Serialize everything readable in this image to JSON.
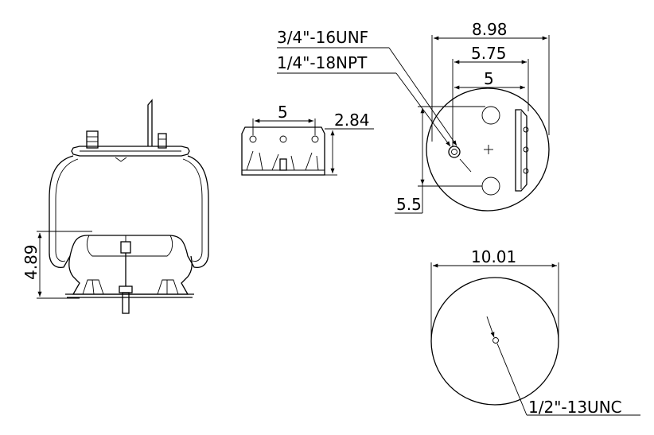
{
  "side_view": {
    "height_dim": "4.89"
  },
  "bracket_view": {
    "width_dim": "5",
    "height_dim": "2.84"
  },
  "top_view": {
    "thread_callout_1": "3/4\"-16UNF",
    "thread_callout_2": "1/4\"-18NPT",
    "dim_outer": "8.98",
    "dim_middle": "5.75",
    "dim_inner": "5",
    "dim_vertical": "5.5"
  },
  "bottom_view": {
    "diameter_dim": "10.01",
    "thread_callout": "1/2\"-13UNC"
  }
}
